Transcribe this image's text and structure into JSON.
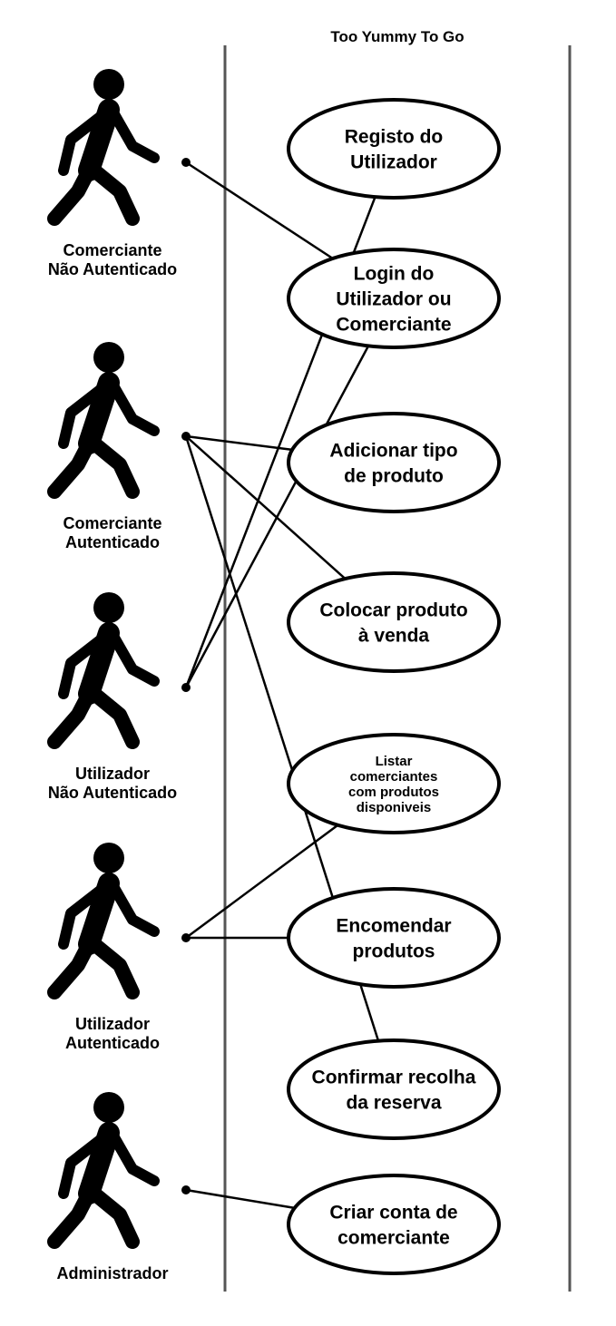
{
  "title": "Too Yummy To Go",
  "colors": {
    "stroke": "#000000",
    "boundary": "#555555",
    "background": "#ffffff"
  },
  "actors": [
    {
      "id": "comerciante-nao-autenticado",
      "label": [
        "Comerciante",
        "Não Autenticado"
      ],
      "icon": "walking-person-icon"
    },
    {
      "id": "comerciante-autenticado",
      "label": [
        "Comerciante",
        "Autenticado"
      ],
      "icon": "walking-person-icon"
    },
    {
      "id": "utilizador-nao-autenticado",
      "label": [
        "Utilizador",
        "Não Autenticado"
      ],
      "icon": "walking-person-icon"
    },
    {
      "id": "utilizador-autenticado",
      "label": [
        "Utilizador",
        "Autenticado"
      ],
      "icon": "walking-person-icon"
    },
    {
      "id": "administrador",
      "label": [
        "Administrador"
      ],
      "icon": "walking-person-icon"
    }
  ],
  "use_cases": [
    {
      "id": "registo-do-utilizador",
      "label": [
        "Registo do",
        "Utilizador"
      ]
    },
    {
      "id": "login-do-utilizador-ou-comerciante",
      "label": [
        "Login do",
        "Utilizador ou",
        "Comerciante"
      ]
    },
    {
      "id": "adicionar-tipo-de-produto",
      "label": [
        "Adicionar tipo",
        "de produto"
      ]
    },
    {
      "id": "colocar-produto-a-venda",
      "label": [
        "Colocar produto",
        "à venda"
      ]
    },
    {
      "id": "listar-comerciantes",
      "label": [
        "Listar",
        "comerciantes",
        "com produtos",
        "disponiveis"
      ]
    },
    {
      "id": "encomendar-produtos",
      "label": [
        "Encomendar",
        "produtos"
      ]
    },
    {
      "id": "confirmar-recolha-da-reserva",
      "label": [
        "Confirmar recolha",
        "da reserva"
      ]
    },
    {
      "id": "criar-conta-de-comerciante",
      "label": [
        "Criar conta de",
        "comerciante"
      ]
    }
  ],
  "associations": [
    {
      "from": "comerciante-nao-autenticado",
      "to": "login-do-utilizador-ou-comerciante"
    },
    {
      "from": "comerciante-autenticado",
      "to": "adicionar-tipo-de-produto"
    },
    {
      "from": "comerciante-autenticado",
      "to": "colocar-produto-a-venda"
    },
    {
      "from": "comerciante-autenticado",
      "to": "confirmar-recolha-da-reserva"
    },
    {
      "from": "utilizador-nao-autenticado",
      "to": "registo-do-utilizador"
    },
    {
      "from": "utilizador-nao-autenticado",
      "to": "login-do-utilizador-ou-comerciante"
    },
    {
      "from": "utilizador-autenticado",
      "to": "listar-comerciantes"
    },
    {
      "from": "utilizador-autenticado",
      "to": "encomendar-produtos"
    },
    {
      "from": "administrador",
      "to": "criar-conta-de-comerciante"
    }
  ]
}
